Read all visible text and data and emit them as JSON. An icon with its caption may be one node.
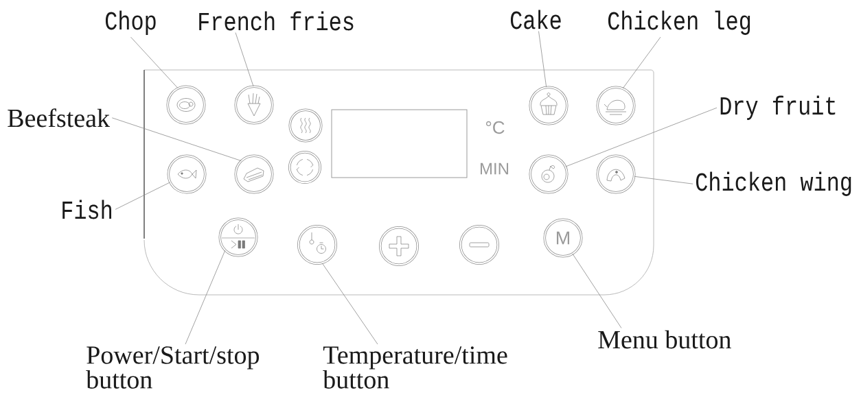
{
  "diagram": {
    "nodes": [
      {
        "text": [
          "Chop"
        ]
      },
      {
        "text": [
          "French fries"
        ]
      },
      {
        "text": [
          "Cake"
        ]
      },
      {
        "text": [
          "Chicken leg"
        ]
      },
      {
        "text": [
          "Beefsteak"
        ]
      },
      {
        "text": [
          "Dry fruit"
        ]
      },
      {
        "text": [],
        "shape": "box"
      },
      {
        "text": [],
        "shape": "circle",
        "in": 6
      },
      {
        "text": [],
        "shape": "circle",
        "in": 6
      },
      {
        "text": [],
        "shape": "circle",
        "in": 6
      },
      {
        "text": [],
        "shape": "box",
        "in": 6
      },
      {
        "text": [],
        "shape": "circle",
        "in": 6
      },
      {
        "text": [],
        "shape": "circle",
        "in": 6
      },
      {
        "text": [],
        "shape": "circle",
        "in": 6
      },
      {
        "text": [],
        "shape": "circle",
        "in": 6
      },
      {
        "text": [],
        "shape": "circle",
        "in": 6
      },
      {
        "text": [],
        "shape": "circle",
        "in": 6
      },
      {
        "text": [],
        "shape": "circle",
        "in": 6
      },
      {
        "text": [
          "Chicken wing"
        ]
      },
      {
        "text": [
          "Fish"
        ]
      },
      {
        "text": [],
        "shape": "circle",
        "in": 6
      },
      {
        "text": [],
        "shape": "circle",
        "in": 6
      },
      {
        "text": [],
        "shape": "circle",
        "in": 6
      },
      {
        "text": [],
        "shape": "circle",
        "in": 6
      },
      {
        "text": [
          "M"
        ],
        "in": 6
      },
      {
        "text": [
          "Power/Start/stop button"
        ]
      },
      {
        "text": [
          "Temperature/time button"
        ]
      },
      {
        "text": [
          "Menu button"
        ]
      }
    ],
    "edges": [
      {
        "from": 0,
        "to": 7,
        "arrow": "none"
      },
      {
        "from": 1,
        "to": 8,
        "arrow": "none"
      },
      {
        "from": 2,
        "to": 11,
        "arrow": "none"
      },
      {
        "from": 3,
        "to": 12,
        "arrow": "none"
      },
      {
        "from": 4,
        "to": 14,
        "arrow": "none"
      },
      {
        "from": 5,
        "to": 16,
        "arrow": "none"
      },
      {
        "from": 18,
        "to": 17,
        "arrow": "none"
      },
      {
        "from": 19,
        "to": 13,
        "arrow": "none"
      },
      {
        "from": 25,
        "to": 20,
        "arrow": "none"
      },
      {
        "from": 26,
        "to": 21,
        "arrow": "none"
      },
      {
        "from": 27,
        "to": 24,
        "arrow": "none"
      }
    ],
    "labels": [
      "°C",
      "MIN"
    ]
  }
}
